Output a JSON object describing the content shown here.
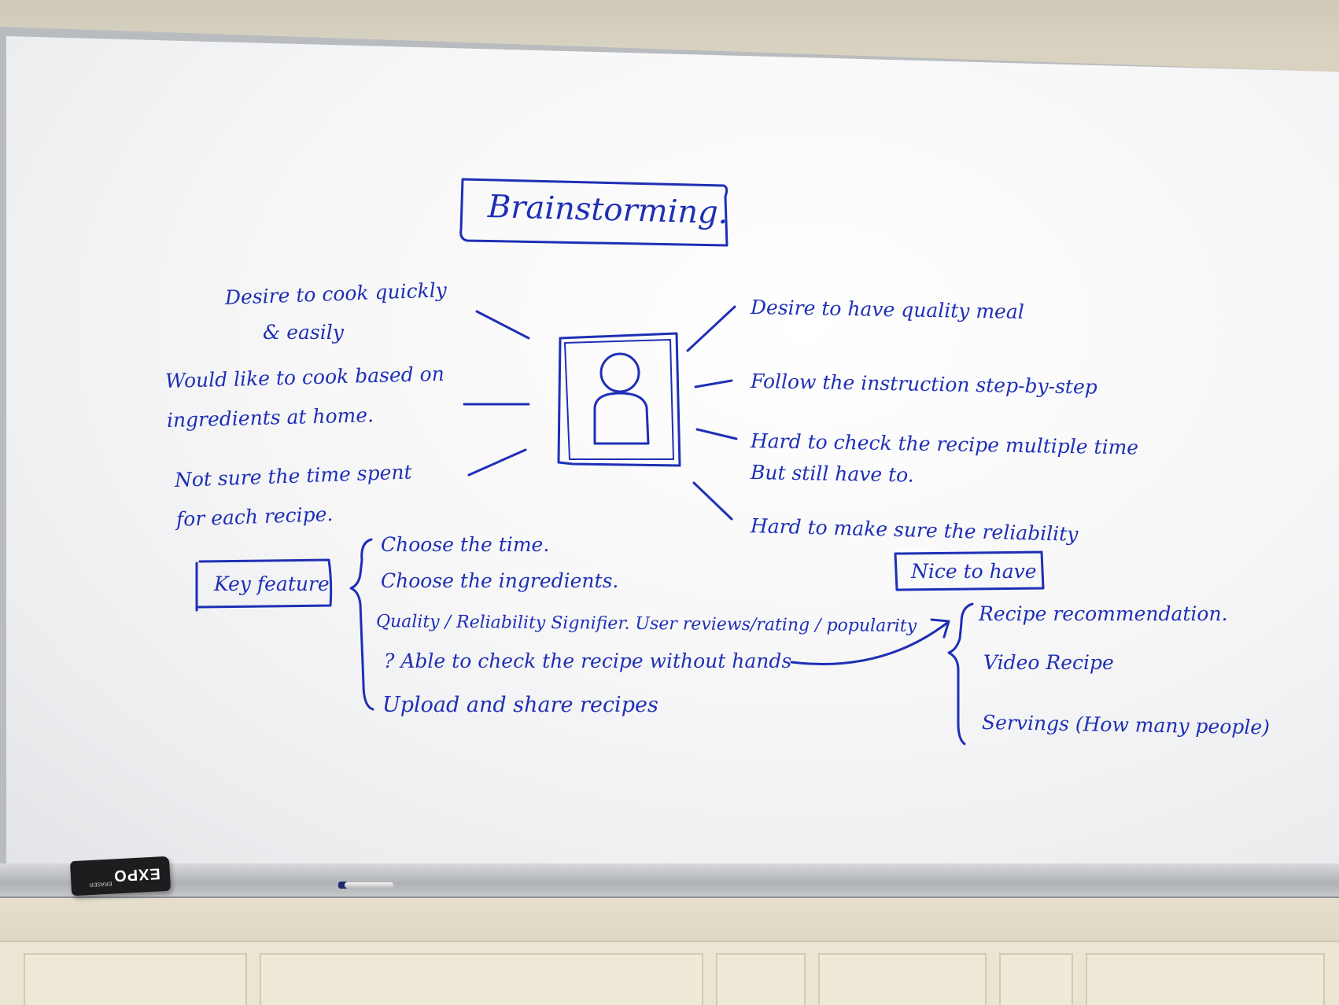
{
  "board": {
    "title": "Brainstorming.",
    "left_notes": [
      "Desire to cook quickly",
      "& easily",
      "Would like to cook based on",
      "ingredients at home.",
      "Not sure the time spent",
      "for each recipe."
    ],
    "right_notes": [
      "Desire to have quality meal",
      "Follow the instruction step-by-step",
      "Hard to check the recipe multiple time",
      "But still have to.",
      "Hard to make sure the reliability"
    ],
    "key_feature": {
      "label": "Key feature",
      "items": [
        "Choose the time.",
        "Choose the ingredients.",
        "Quality / Reliability Signifier. User reviews/rating / popularity",
        "? Able to check the recipe without hands",
        "Upload and share recipes"
      ]
    },
    "nice_to_have": {
      "label": "Nice to have",
      "items": [
        "Recipe recommendation.",
        "Video Recipe",
        "Servings (How many people)"
      ]
    }
  },
  "eraser": {
    "brand": "EXPO",
    "small_text": "ERASER"
  },
  "ink_color": "#1e2fb5"
}
